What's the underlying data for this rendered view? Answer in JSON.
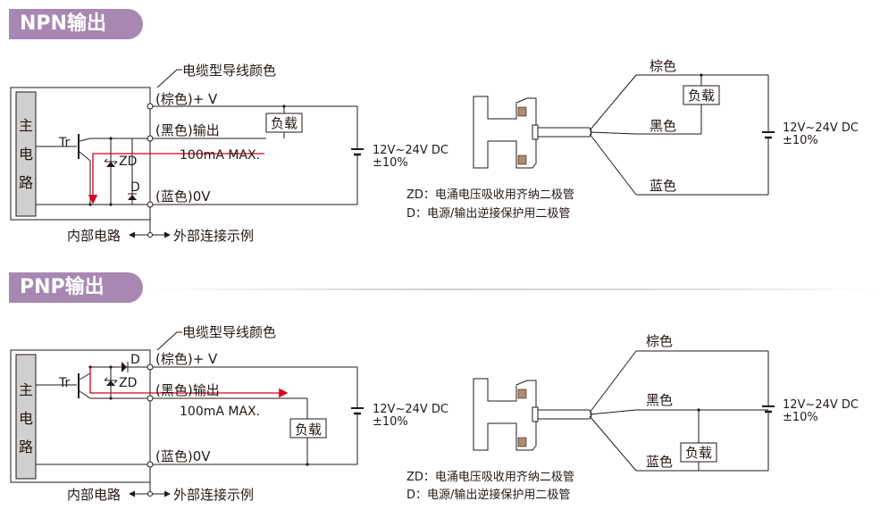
{
  "colors": {
    "tab_bg": "#a887b3",
    "line": "#231815",
    "current_arrow": "#d9001b",
    "main_box": "#d0d0d0",
    "sensor_body": "#5c5c5c",
    "sensor_cap": "#b08a6e"
  },
  "npn": {
    "title": "NPN输出",
    "cable_label": "电缆型导线颜色",
    "main_circuit": "主电路",
    "brown": "(棕色)+ V",
    "black": "(黑色)输出",
    "blue": "(蓝色)0V",
    "load": "负载",
    "max_current": "100mA MAX.",
    "transistor": "Tr",
    "zener": "ZD",
    "diode": "D",
    "supply_line1": "12V~24V  DC",
    "supply_line2": "±10%",
    "bottom_left": "内部电路",
    "bottom_right": "外部连接示例",
    "wiring": {
      "brown": "棕色",
      "black": "黑色",
      "blue": "蓝色",
      "load": "负载",
      "supply_line1": "12V~24V  DC",
      "supply_line2": "±10%"
    },
    "note_zd": "ZD：电涌电压吸收用齐纳二极管",
    "note_d": "D：电源/输出逆接保护用二极管"
  },
  "pnp": {
    "title": "PNP输出",
    "cable_label": "电缆型导线颜色",
    "main_circuit": "主电路",
    "brown": "(棕色)+ V",
    "black": "(黑色)输出",
    "blue": "(蓝色)0V",
    "load": "负载",
    "max_current": "100mA MAX.",
    "transistor": "Tr",
    "zener": "ZD",
    "diode": "D",
    "supply_line1": "12V~24V  DC",
    "supply_line2": "±10%",
    "bottom_left": "内部电路",
    "bottom_right": "外部连接示例",
    "wiring": {
      "brown": "棕色",
      "black": "黑色",
      "blue": "蓝色",
      "load": "负载",
      "supply_line1": "12V~24V  DC",
      "supply_line2": "±10%"
    },
    "note_zd": "ZD：电涌电压吸收用齐纳二极管",
    "note_d": "D：电源/输出逆接保护用二极管"
  }
}
